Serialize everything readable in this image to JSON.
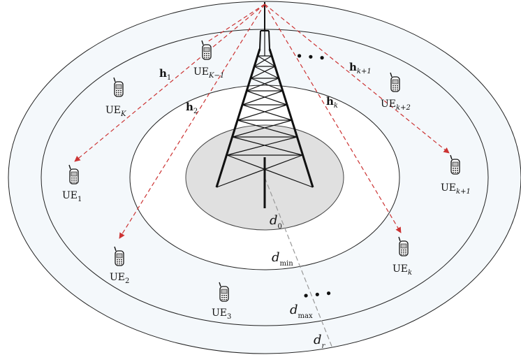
{
  "colors": {
    "ring_stroke": "#222222",
    "outer_band": "#f4f8fb",
    "inner_fill": "#ffffff",
    "core_fill": "#e0e0e0",
    "link": "#cc3333",
    "radius_line": "#999999"
  },
  "icons": {
    "tower": "transmission-tower-icon",
    "ue": "mobile-phone-icon"
  },
  "users": [
    {
      "id": "ue-1",
      "base": "UE",
      "sub": "1"
    },
    {
      "id": "ue-2",
      "base": "UE",
      "sub": "2"
    },
    {
      "id": "ue-3",
      "base": "UE",
      "sub": "3"
    },
    {
      "id": "ue-K",
      "base": "UE",
      "sub": "K"
    },
    {
      "id": "ue-K-1",
      "base": "UE",
      "sub": "K−1"
    },
    {
      "id": "ue-k",
      "base": "UE",
      "sub": "k"
    },
    {
      "id": "ue-k+1",
      "base": "UE",
      "sub": "k+1"
    },
    {
      "id": "ue-k+2",
      "base": "UE",
      "sub": "k+2"
    }
  ],
  "channels": [
    {
      "id": "h1",
      "base": "h",
      "sub": "1"
    },
    {
      "id": "h2",
      "base": "h",
      "sub": "2"
    },
    {
      "id": "hk",
      "base": "h",
      "sub": "k"
    },
    {
      "id": "hk1",
      "base": "h",
      "sub": "k+1"
    }
  ],
  "distances": [
    {
      "id": "d0",
      "base": "d",
      "sub": "0"
    },
    {
      "id": "dmin",
      "base": "d",
      "sub": "min"
    },
    {
      "id": "dmax",
      "base": "d",
      "sub": "max"
    },
    {
      "id": "dr",
      "base": "d",
      "sub": "r"
    }
  ],
  "ellipsis_glyph": "• • •"
}
